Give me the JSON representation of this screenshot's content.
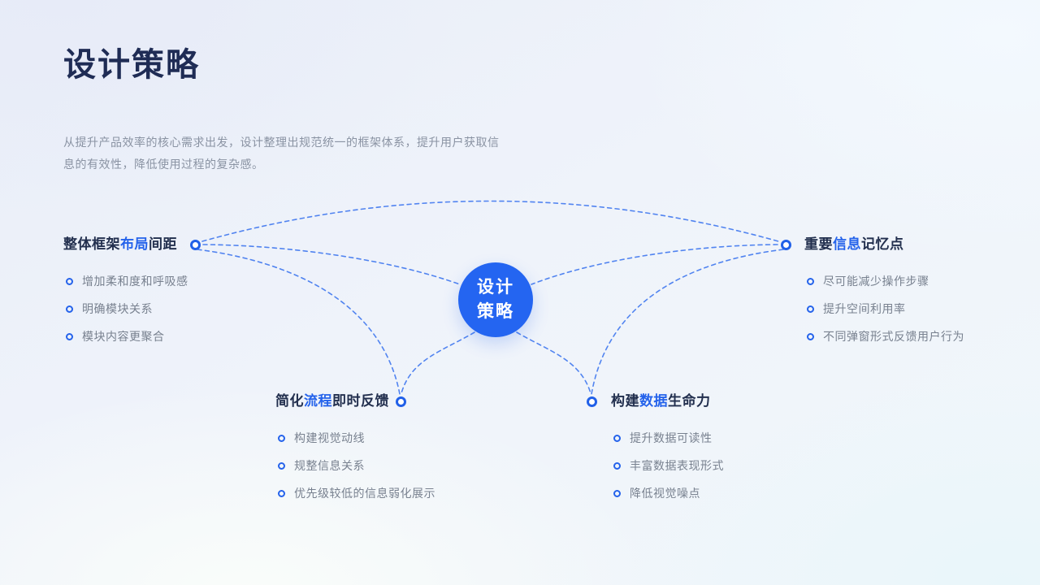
{
  "slide": {
    "title": "设计策略",
    "description": "从提升产品效率的核心需求出发，设计整理出规范统一的框架体系，提升用户获取信息的有效性，降低使用过程的复杂感。",
    "center_node": {
      "line1": "设计",
      "line2": "策略"
    }
  },
  "colors": {
    "accent_blue": "#2563EB",
    "center_circle_blue": "#2465F1",
    "connector_blue": "#4078EF",
    "title_navy": "#1F2C55",
    "heading_navy": "#222F4E",
    "description_gray": "#8A93A3",
    "item_gray": "#78818F"
  },
  "branches": [
    {
      "position": "left",
      "title_parts": [
        {
          "text": "整体框架"
        },
        {
          "text": "布局",
          "accent": true
        },
        {
          "text": "间距"
        }
      ],
      "items": [
        "增加柔和度和呼吸感",
        "明确模块关系",
        "模块内容更聚合"
      ]
    },
    {
      "position": "right",
      "title_parts": [
        {
          "text": "重要"
        },
        {
          "text": "信息",
          "accent": true
        },
        {
          "text": "记忆点"
        }
      ],
      "items": [
        "尽可能减少操作步骤",
        "提升空间利用率",
        "不同弹窗形式反馈用户行为"
      ]
    },
    {
      "position": "bottom-left",
      "title_parts": [
        {
          "text": "简化"
        },
        {
          "text": "流程",
          "accent": true
        },
        {
          "text": "即时反馈"
        }
      ],
      "items": [
        "构建视觉动线",
        "规整信息关系",
        "优先级较低的信息弱化展示"
      ]
    },
    {
      "position": "bottom-right",
      "title_parts": [
        {
          "text": "构建"
        },
        {
          "text": "数据",
          "accent": true
        },
        {
          "text": "生命力"
        }
      ],
      "items": [
        "提升数据可读性",
        "丰富数据表现形式",
        "降低视觉噪点"
      ]
    }
  ]
}
